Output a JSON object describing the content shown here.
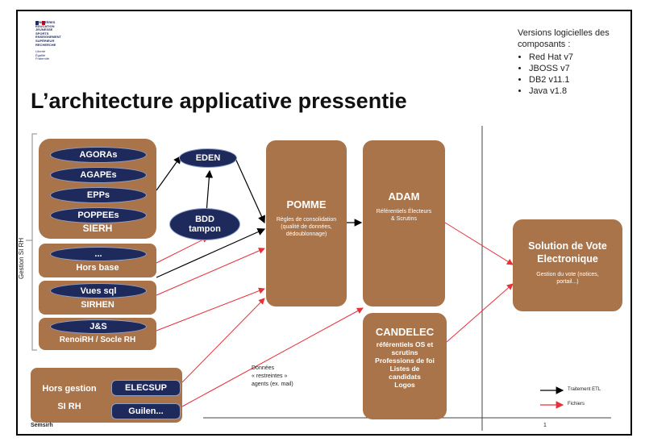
{
  "logo": {
    "lines": [
      "MINISTÈRES",
      "ÉDUCATION",
      "JEUNESSE",
      "SPORTS",
      "ENSEIGNEMENT",
      "SUPÉRIEUR",
      "RECHERCHE",
      "Liberté",
      "Égalité",
      "Fraternité"
    ]
  },
  "versions": {
    "heading": "Versions logicielles des composants :",
    "items": [
      "Red Hat v7",
      "JBOSS v7",
      "DB2 v11.1",
      "Java v1.8"
    ]
  },
  "title": "L’architecture applicative pressentie",
  "side_label": "Gestion SI RH",
  "sierh": {
    "apps": [
      "AGORAs",
      "AGAPEs",
      "EPPs",
      "POPPEEs"
    ],
    "label": "SIERH"
  },
  "hors_base": {
    "pill": "...",
    "label": "Hors base"
  },
  "sirhen": {
    "pill": "Vues sql",
    "label": "SIRHEN"
  },
  "renoirh": {
    "pill": "J&S",
    "label": "RenoiRH / Socle RH"
  },
  "hors_gestion": {
    "label_1": "Hors gestion",
    "label_2": "SI RH",
    "elecsup": "ELECSUP",
    "guilen": "Guilen..."
  },
  "eden": "EDEN",
  "bdd": {
    "line1": "BDD",
    "line2": "tampon"
  },
  "pomme": {
    "title": "POMME",
    "desc": "Règles de consolidation (qualité de données, dédoublonnage)"
  },
  "adam": {
    "title": "ADAM",
    "desc": "Référentiels Électeurs & Scrutins"
  },
  "candelec": {
    "title": "CANDELEC",
    "lines": [
      "référentiels OS et",
      "scrutins",
      "Professions de foi",
      "Listes de",
      "candidats",
      "Logos"
    ]
  },
  "vote": {
    "title_1": "Solution de Vote",
    "title_2": "Electronique",
    "desc": "Gestion du vote (notices, portail...)"
  },
  "donnees_note": {
    "line1": "Données",
    "line2": "« restreintes »",
    "line3": "agents (ex. mail)"
  },
  "legend": {
    "etl": "Traitement ETL",
    "fichiers": "Fichiers"
  },
  "footer": {
    "left": "Semsirh",
    "page": "1"
  },
  "colors": {
    "brown": "#a9744a",
    "navy": "#1f2a5c",
    "red_arrow": "#e8303a",
    "black_arrow": "#000000"
  }
}
